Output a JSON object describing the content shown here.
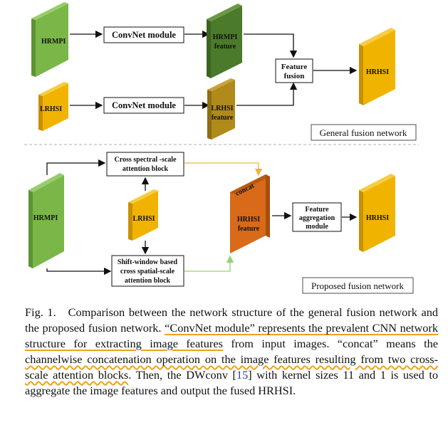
{
  "top_diagram": {
    "hrmpi": "HRMPI",
    "lrhsi": "LRHSI",
    "convnet_1": "ConvNet module",
    "convnet_2": "ConvNet module",
    "hrmpi_feature_1": "HRMPI",
    "hrmpi_feature_2": "feature",
    "lrhsi_feature_1": "LRHSI",
    "lrhsi_feature_2": "feature",
    "fusion_1": "Feature",
    "fusion_2": "fusion",
    "hrhsi": "HRHSI",
    "network_label": "General fusion network"
  },
  "bottom_diagram": {
    "hrmpi": "HRMPI",
    "lrhsi": "LRHSI",
    "cross_spectral_1": "Cross spectral -scale",
    "cross_spectral_2": "attention block",
    "shift_window_1": "Shift-window based",
    "shift_window_2": "cross spatial-scale",
    "shift_window_3": "attention block",
    "concat": "concat",
    "hrhsi_feature_1": "HRHSI",
    "hrhsi_feature_2": "feature",
    "aggregation_1": "Feature",
    "aggregation_2": "aggregation",
    "aggregation_3": "module",
    "hrhsi": "HRHSI",
    "network_label": "Proposed fusion network"
  },
  "caption": {
    "prefix": "Fig. 1.",
    "part1": "Comparison between the network structure of the general fusion network and the proposed fusion network.",
    "part2_underlined": "“ConvNet module” represents the prevalent CNN network structure for extracting image features",
    "part3": "from input images. “concat” means the",
    "part4_wavy": "channelwise concatenation operation on the image features resulting from two cross-scale attention blocks",
    "part5": ". Then, the DWconv [",
    "ref": "15",
    "part6": "] with kernel sizes 11 and 1 is used to aggregate the image features and output the fused HRHSI."
  },
  "colors": {
    "green_face": "#7ab648",
    "green_side": "#5d9432",
    "dark_green_face": "#4a7a2a",
    "yellow_face": "#f0b400",
    "yellow_side": "#c89000",
    "olive_face": "#b08a1a",
    "orange_face": "#d86a1a",
    "arrow_orange": "#f2b23c",
    "arrow_green": "#9bcf72",
    "underline": "#f0a020"
  }
}
